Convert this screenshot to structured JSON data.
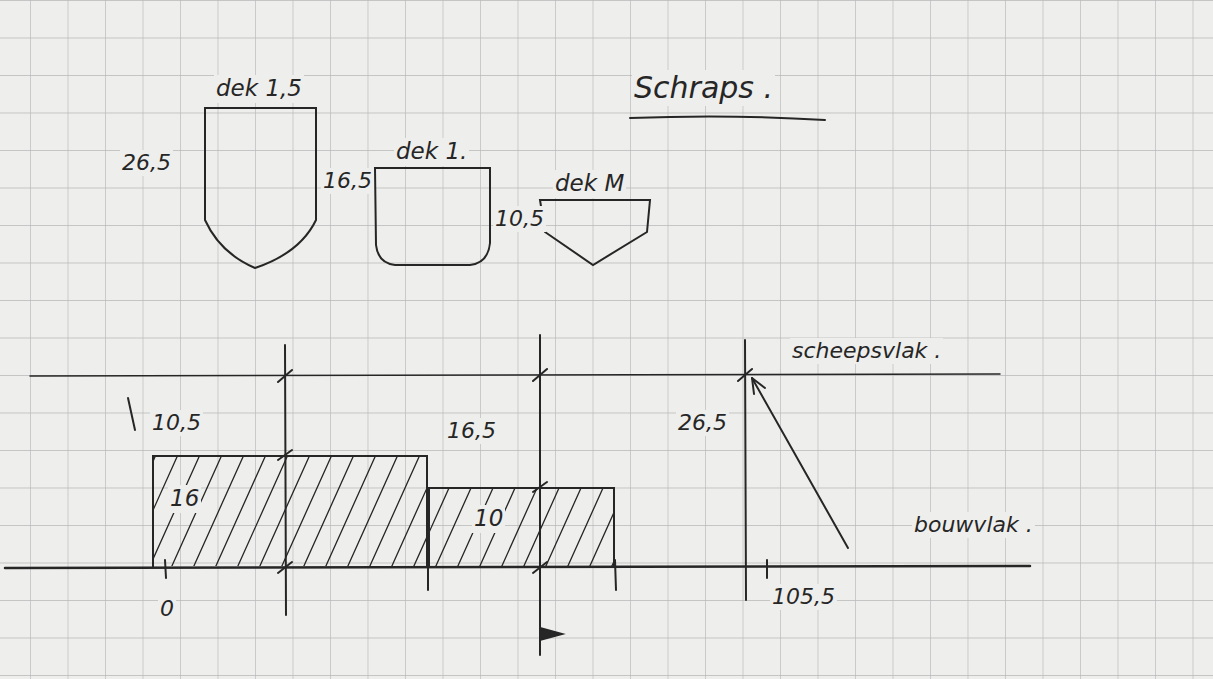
{
  "diagram": {
    "title": "Schraps .",
    "nodes": [
      {
        "text": [
          "dek 1,5"
        ]
      },
      {
        "text": [
          "dek 1."
        ]
      },
      {
        "text": [
          "dek M"
        ]
      },
      {
        "text": [
          "16"
        ]
      },
      {
        "text": [
          "10"
        ]
      }
    ],
    "labels": [
      "26,5",
      "16,5",
      "10,5",
      "10,5",
      "16,5",
      "26,5",
      "scheepsvlak .",
      "bouwvlak .",
      "105,5",
      "0"
    ]
  }
}
